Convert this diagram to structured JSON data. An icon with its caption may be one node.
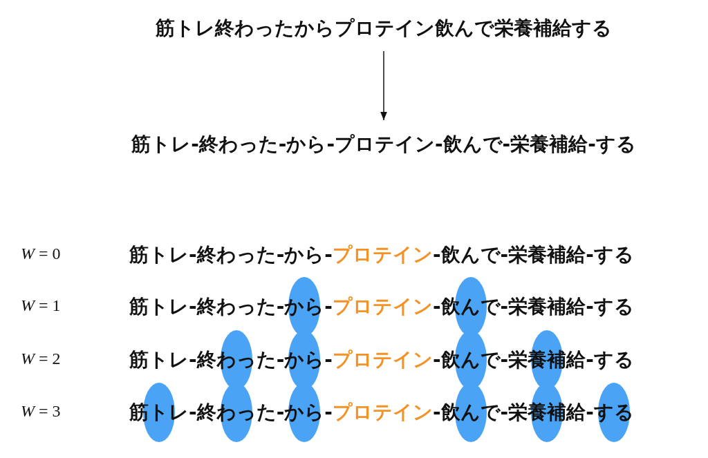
{
  "diagram": {
    "nodes": [
      {
        "text": [
          "筋トレ終わったからプロテイン飲んで栄養補給する"
        ]
      },
      {
        "text": [
          "筋トレ-終わった-から-プロテイン-飲んで-栄養補給-する"
        ]
      }
    ],
    "edges": [
      {
        "from": 0,
        "to": 1,
        "arrow": "to"
      }
    ],
    "labels": [
      "*W* = 0",
      "筋トレ-終わった-から-",
      "プロテイン",
      "-飲んで-栄養補給-する",
      "*W* = 1",
      "筋トレ-終わった-から-",
      "プロテイン",
      "-飲んで-栄養補給-する",
      "*W* = 2",
      "筋トレ-終わった-から-",
      "プロテイン",
      "-飲んで-栄養補給-する",
      "*W* = 3",
      "筋トレ-終わった-から-",
      "プロテイン",
      "-飲んで-栄養補給-する"
    ]
  }
}
